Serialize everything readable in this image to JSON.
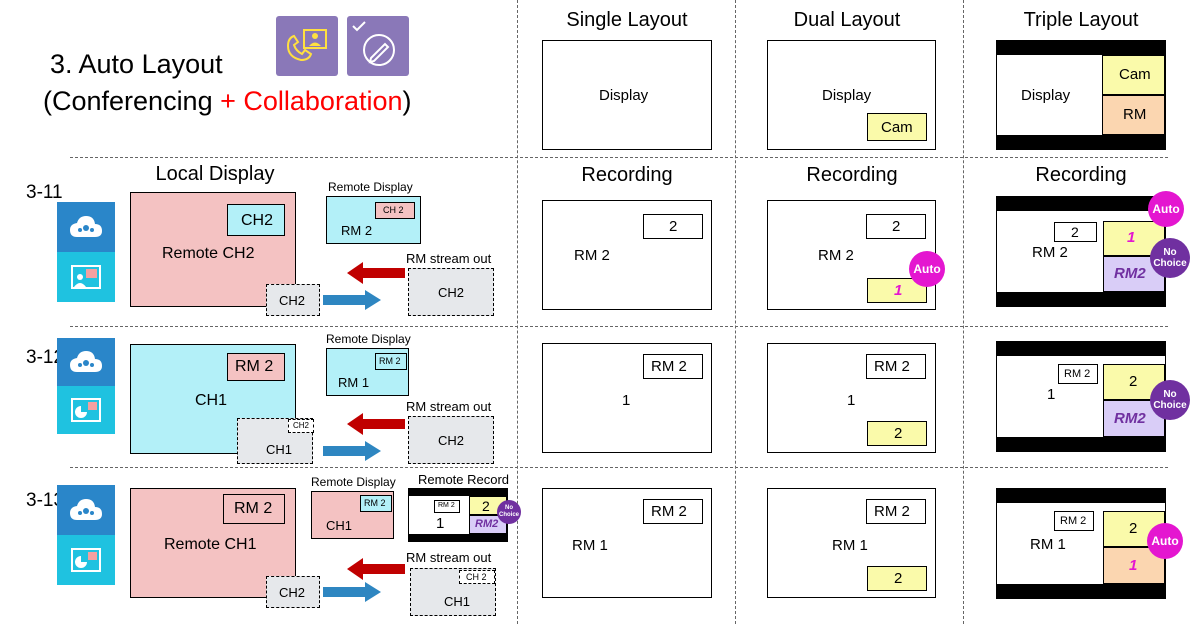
{
  "title": {
    "line1": "3. Auto Layout",
    "open": "(Conferencing ",
    "plus": "+ ",
    "collab": "Collaboration",
    "close": ")"
  },
  "columns": {
    "single": "Single Layout",
    "dual": "Dual Layout",
    "triple": "Triple Layout"
  },
  "top": {
    "display": "Display",
    "cam": "Cam",
    "rm": "RM"
  },
  "section": {
    "local": "Local Display",
    "recording": "Recording"
  },
  "labels": {
    "remote_display": "Remote Display",
    "stream_out": "RM stream out",
    "remote_record": "Remote Record",
    "auto": "Auto",
    "no": "No",
    "choice": "Choice",
    "no_choice": "No Choice"
  },
  "rows": [
    {
      "id": "3-11",
      "local_main": "Remote CH2",
      "local_inset": "CH2",
      "local_pip": "CH2",
      "rd_main": "RM 2",
      "rd_inset": "CH 2",
      "stream": "CH2",
      "s_inset": "2",
      "s_main": "RM 2",
      "d_inset": "2",
      "d_main": "RM 2",
      "d_small": "1",
      "t_inset": "2",
      "t_main": "RM 2",
      "t_top": "1",
      "t_bot": "RM2"
    },
    {
      "id": "3-12",
      "local_main": "CH1",
      "local_inset": "RM 2",
      "local_pip": "CH1",
      "local_pip_small": "CH2",
      "rd_main": "RM 1",
      "rd_inset": "RM 2",
      "stream": "CH2",
      "s_inset": "RM 2",
      "s_main": "1",
      "d_inset": "RM 2",
      "d_main": "1",
      "d_small": "2",
      "t_inset": "RM 2",
      "t_main": "1",
      "t_top": "2",
      "t_bot": "RM2"
    },
    {
      "id": "3-13",
      "local_main": "Remote CH1",
      "local_inset": "RM 2",
      "local_pip": "CH2",
      "rd_main": "CH1",
      "rd_inset": "RM 2",
      "stream": "CH1",
      "stream_small": "CH 2",
      "rr_inset": "RM 2",
      "rr_main": "1",
      "rr_top": "2",
      "rr_bot": "RM2",
      "s_inset": "RM 2",
      "s_main": "RM 1",
      "d_inset": "RM 2",
      "d_main": "RM 1",
      "d_small": "2",
      "t_inset": "RM 2",
      "t_main": "RM 1",
      "t_top": "2",
      "t_bot": "1"
    }
  ],
  "colors": {
    "red": "#ff0000",
    "magenta": "#e416d0",
    "purple": "#7030a0",
    "arrow_red": "#c00000",
    "arrow_blue": "#2e86c1",
    "tile_blue": "#2a86c9",
    "tile_cyan": "#1fc2e0"
  }
}
